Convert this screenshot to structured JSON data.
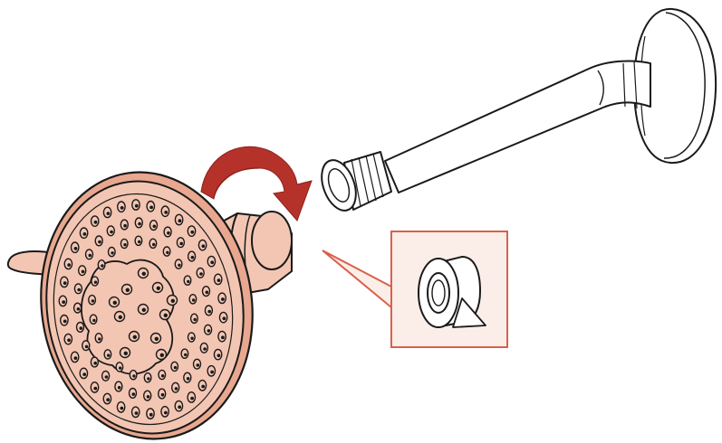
{
  "diagram": {
    "kind": "installation-illustration",
    "steps": [
      {
        "part": "shower-arm",
        "state": "threaded-end-exposed"
      },
      {
        "part": "thread-seal-tape",
        "state": "callout-inset"
      },
      {
        "part": "shower-head",
        "action": "rotate-clockwise-to-attach"
      }
    ]
  },
  "colors": {
    "body_fill": "#f3c6b3",
    "body_fill_dark": "#e8a88f",
    "outline": "#1a1a1a",
    "arrow": "#b5322a",
    "arrow_dark": "#8e221c",
    "callout_border": "#d9604c",
    "callout_fill": "#fbeee8",
    "arm_fill": "#ffffff"
  },
  "icons": {
    "rotation": "curved-arrow-icon",
    "tape": "tape-roll-icon"
  }
}
